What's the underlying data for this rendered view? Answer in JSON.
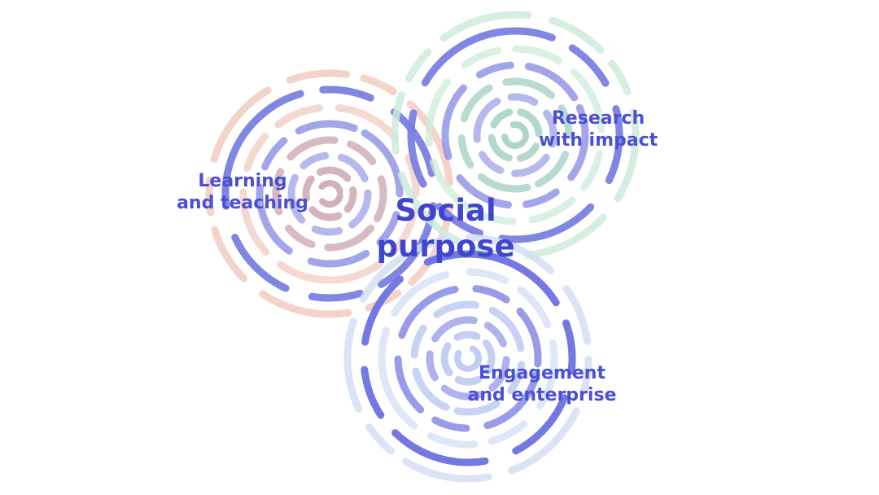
{
  "diagram": {
    "center_label": [
      "Social",
      "purpose"
    ],
    "pillars": [
      {
        "id": "learning",
        "label_lines": [
          "Learning",
          "and teaching"
        ],
        "palette": {
          "outer": "#f2cbbf",
          "inner": "#c9a3ad",
          "accent": "#7a7fe0"
        }
      },
      {
        "id": "research",
        "label_lines": [
          "Research",
          "with impact"
        ],
        "palette": {
          "outer": "#cdebd9",
          "inner": "#9fcfc0",
          "accent": "#7a7fe0"
        }
      },
      {
        "id": "engagement",
        "label_lines": [
          "Engagement",
          "and enterprise"
        ],
        "palette": {
          "outer": "#d3dff2",
          "inner": "#b5c3ee",
          "accent": "#6c72de"
        }
      }
    ],
    "text_color": "#4a4fd6"
  }
}
